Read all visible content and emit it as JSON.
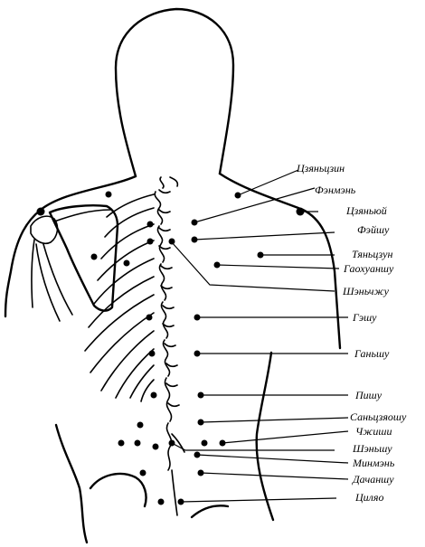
{
  "labels": [
    {
      "key": "tszyantszin",
      "text": "Цзяньцзин"
    },
    {
      "key": "femen",
      "text": "Фэнмэнь"
    },
    {
      "key": "tszyanyuy",
      "text": "Цзяньюй"
    },
    {
      "key": "feyshu",
      "text": "Фэйшу"
    },
    {
      "key": "tyantszun",
      "text": "Тяньцзун"
    },
    {
      "key": "gaohuanshu",
      "text": "Гаохуаншу"
    },
    {
      "key": "shenchzhu",
      "text": "Шэньчжу"
    },
    {
      "key": "geshu",
      "text": "Гэшу"
    },
    {
      "key": "ganshu",
      "text": "Ганьшу"
    },
    {
      "key": "pishu",
      "text": "Пишу"
    },
    {
      "key": "santszyaoshu",
      "text": "Саньцзяошу"
    },
    {
      "key": "chzhishi",
      "text": "Чжиши"
    },
    {
      "key": "shenshu",
      "text": "Шэньшу"
    },
    {
      "key": "minmen",
      "text": "Минмэнь"
    },
    {
      "key": "dachanshu",
      "text": "Дачаншу"
    },
    {
      "key": "tsilyao",
      "text": "Циляо"
    }
  ]
}
